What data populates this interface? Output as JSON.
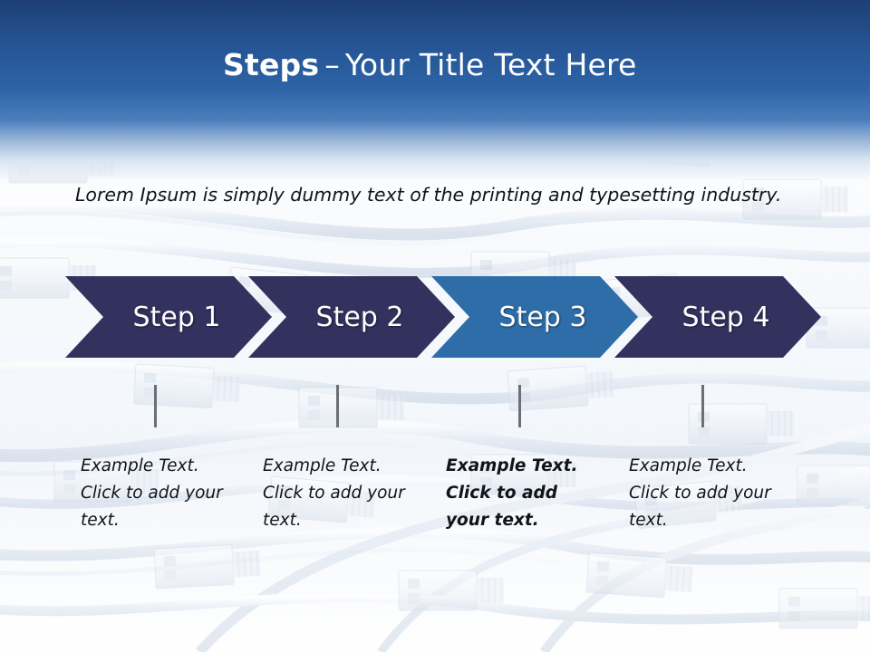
{
  "slide": {
    "title": {
      "strong": "Steps",
      "separator": "–",
      "rest": "Your Title Text Here"
    },
    "body_text": "Lorem Ipsum is simply dummy text of the printing and typesetting industry.",
    "colors": {
      "header_top": "#1d3f74",
      "header_mid": "#2c63a6",
      "chevron_default": "#33315e",
      "chevron_active": "#2e6da8",
      "chevron_label": "#ffffff",
      "tick": "#6b6f76",
      "text": "#111418"
    },
    "steps": [
      {
        "label": "Step 1",
        "active": false,
        "caption": "Example Text. Click  to add your text."
      },
      {
        "label": "Step 2",
        "active": false,
        "caption": "Example Text. Click  to add your text."
      },
      {
        "label": "Step 3",
        "active": true,
        "caption": "Example Text. Click  to add your text."
      },
      {
        "label": "Step 4",
        "active": false,
        "caption": "Example Text. Click  to add your text."
      }
    ]
  }
}
